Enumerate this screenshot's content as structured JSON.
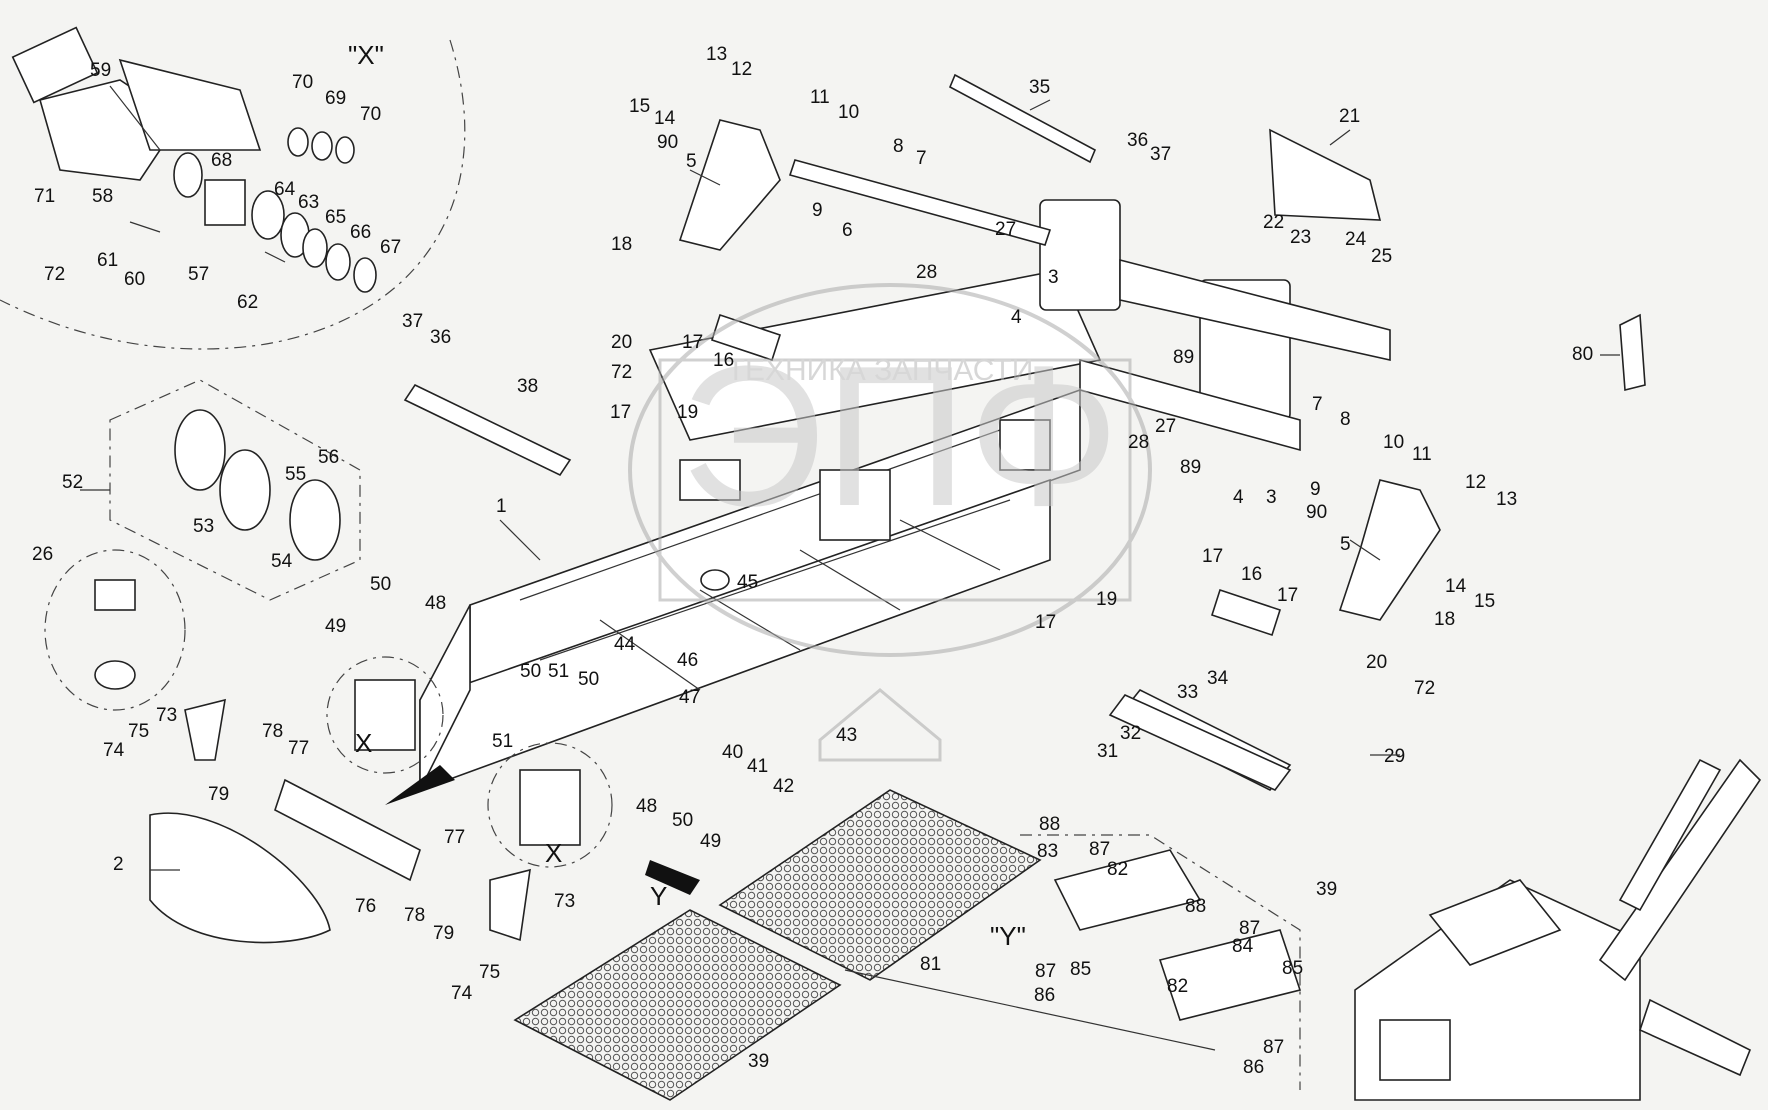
{
  "callouts": {
    "x_main": "\"X\"",
    "x_left": "X",
    "x_right": "X",
    "y_main": "\"Y\"",
    "y_arrow": "Y"
  },
  "watermark": {
    "text": "ТЕХНИКА ЗАПЧАСТИ",
    "monogram": "ЭПФ"
  },
  "labels": {
    "l1": "1",
    "l2": "2",
    "l3a": "3",
    "l3b": "3",
    "l4a": "4",
    "l4b": "4",
    "l5a": "5",
    "l5b": "5",
    "l6": "6",
    "l7a": "7",
    "l7b": "7",
    "l8a": "8",
    "l8b": "8",
    "l9a": "9",
    "l9b": "9",
    "l10a": "10",
    "l10b": "10",
    "l11a": "11",
    "l11b": "11",
    "l12a": "12",
    "l12b": "12",
    "l13a": "13",
    "l13b": "13",
    "l14a": "14",
    "l14b": "14",
    "l15a": "15",
    "l15b": "15",
    "l16a": "16",
    "l16b": "16",
    "l17a": "17",
    "l17b": "17",
    "l17c": "17",
    "l17d": "17",
    "l17e": "17",
    "l18a": "18",
    "l18b": "18",
    "l19a": "19",
    "l19b": "19",
    "l20a": "20",
    "l20b": "20",
    "l21": "21",
    "l22": "22",
    "l23": "23",
    "l24": "24",
    "l25": "25",
    "l26": "26",
    "l27a": "27",
    "l27b": "27",
    "l28a": "28",
    "l28b": "28",
    "l29": "29",
    "l31": "31",
    "l32": "32",
    "l33": "33",
    "l34": "34",
    "l35": "35",
    "l36a": "36",
    "l36b": "36",
    "l37a": "37",
    "l37b": "37",
    "l38": "38",
    "l39a": "39",
    "l39b": "39",
    "l40": "40",
    "l41": "41",
    "l42": "42",
    "l43": "43",
    "l44": "44",
    "l45": "45",
    "l46": "46",
    "l47": "47",
    "l48a": "48",
    "l48b": "48",
    "l49a": "49",
    "l49b": "49",
    "l50a": "50",
    "l50b": "50",
    "l50c": "50",
    "l50d": "50",
    "l51a": "51",
    "l51b": "51",
    "l52": "52",
    "l53": "53",
    "l54": "54",
    "l55": "55",
    "l56": "56",
    "l57": "57",
    "l58": "58",
    "l59": "59",
    "l60": "60",
    "l61": "61",
    "l62": "62",
    "l63": "63",
    "l64": "64",
    "l65": "65",
    "l66": "66",
    "l67": "67",
    "l68": "68",
    "l69": "69",
    "l70a": "70",
    "l70b": "70",
    "l71": "71",
    "l72a": "72",
    "l72b": "72",
    "l72c": "72",
    "l73a": "73",
    "l73b": "73",
    "l74a": "74",
    "l74b": "74",
    "l75a": "75",
    "l75b": "75",
    "l76": "76",
    "l77a": "77",
    "l77b": "77",
    "l78a": "78",
    "l78b": "78",
    "l79a": "79",
    "l79b": "79",
    "l80": "80",
    "l81": "81",
    "l82a": "82",
    "l82b": "82",
    "l83": "83",
    "l84": "84",
    "l85a": "85",
    "l85b": "85",
    "l86a": "86",
    "l86b": "86",
    "l87a": "87",
    "l87b": "87",
    "l87c": "87",
    "l87d": "87",
    "l88a": "88",
    "l88b": "88",
    "l89a": "89",
    "l89b": "89",
    "l90a": "90",
    "l90b": "90"
  }
}
